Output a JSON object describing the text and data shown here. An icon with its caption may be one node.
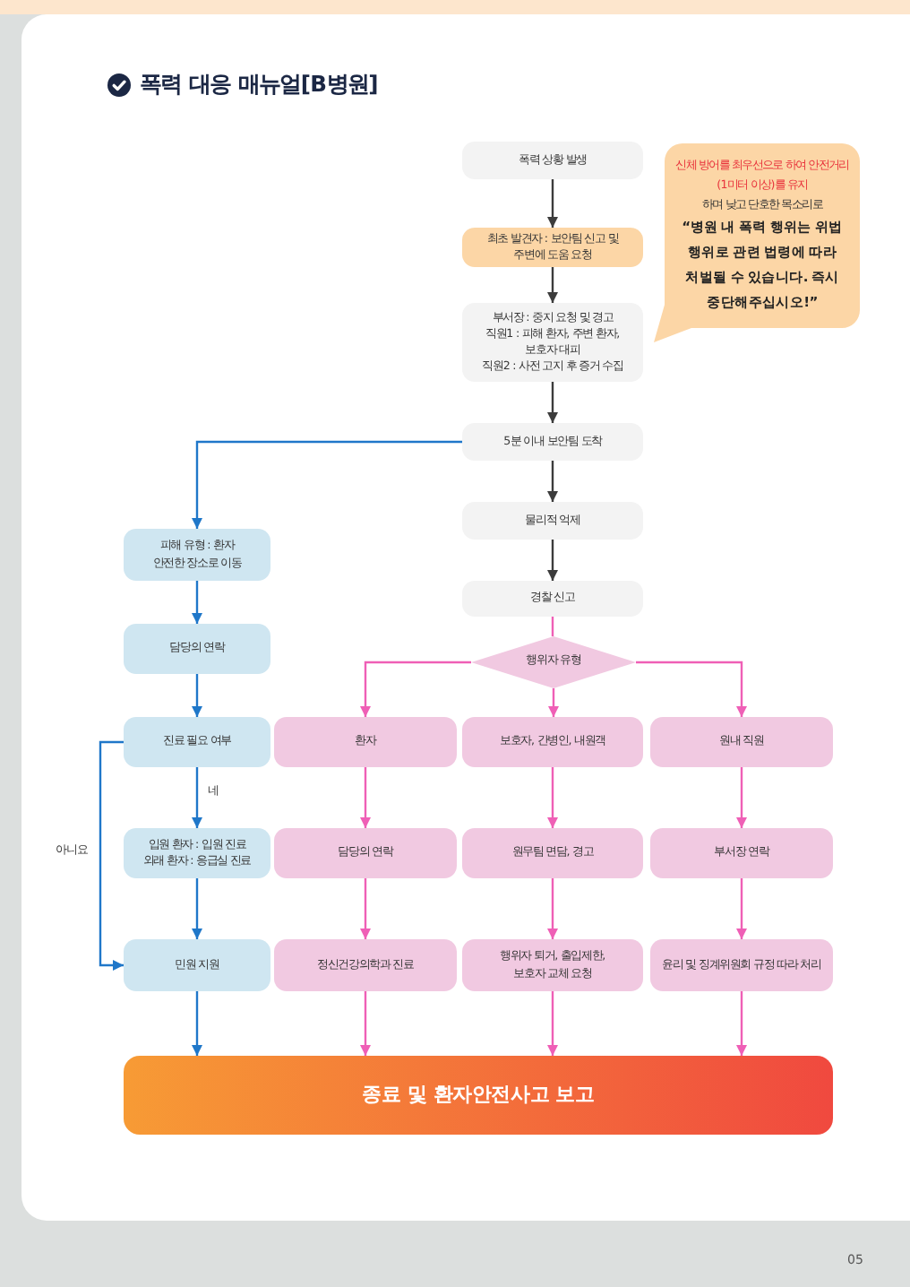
{
  "diagram": {
    "title": "폭력 대응 매뉴얼[B병원]",
    "nodes": [
      {
        "text": [
          "폭력 상황 발생"
        ]
      },
      {
        "text": [
          "신체 방어를 최우선으로 하여 안전거리(1미터 이상)를 유지",
          "하며 낮고 단호한 목소리로",
          "“병원 내 폭력 행위는 위법 행위로 관련 법령에 따라 처벌될 수 있습니다. 즉시 중단해주십시오!”"
        ]
      },
      {
        "text": [
          "최초 발견자 : 보안팀 신고 및 주변에 도움 요청"
        ]
      },
      {
        "text": [
          "부서장 : 중지 요청 및 경고",
          "직원1 : 피해 환자, 주변 환자, 보호자 대피",
          "직원2 : 사전 고지 후 증거 수집"
        ]
      },
      {
        "text": [
          "5분 이내 보안팀 도착"
        ]
      },
      {
        "text": [
          "물리적 억제"
        ]
      },
      {
        "text": [
          "피해 유형 : 환자",
          "안전한 장소로 이동"
        ]
      },
      {
        "text": [
          "경찰 신고"
        ]
      },
      {
        "text": [
          "담당의 연락"
        ]
      },
      {
        "text": [
          "행위자 유형"
        ]
      },
      {
        "text": [
          "진료 필요 여부"
        ]
      },
      {
        "text": [
          "환자"
        ]
      },
      {
        "text": [
          "보호자, 간병인, 내원객"
        ]
      },
      {
        "text": [
          "원내 직원"
        ]
      },
      {
        "text": [
          "입원 환자 : 입원 진료",
          "외래 환자 : 응급실 진료"
        ]
      },
      {
        "text": [
          "담당의 연락"
        ]
      },
      {
        "text": [
          "원무팀 면담, 경고"
        ]
      },
      {
        "text": [
          "부서장 연락"
        ]
      },
      {
        "text": [
          "민원 지원"
        ]
      },
      {
        "text": [
          "정신건강의학과 진료"
        ]
      },
      {
        "text": [
          "행위자 퇴거, 출입제한, 보호자 교체 요청"
        ]
      },
      {
        "text": [
          "윤리 및 징계위원회 규정 따라 처리"
        ]
      },
      {
        "text": [
          "종료 및 환자안전사고 보고"
        ]
      }
    ],
    "edges": [
      {
        "from": 0,
        "to": 2,
        "arrow": "to",
        "color": "#3c3c3c"
      },
      {
        "from": 2,
        "to": 3,
        "arrow": "to",
        "color": "#3c3c3c"
      },
      {
        "from": 3,
        "to": 4,
        "arrow": "to",
        "color": "#3c3c3c"
      },
      {
        "from": 4,
        "to": 5,
        "arrow": "to",
        "color": "#3c3c3c"
      },
      {
        "from": 5,
        "to": 7,
        "arrow": "to",
        "color": "#3c3c3c"
      },
      {
        "from": 4,
        "to": 6,
        "arrow": "to",
        "color": "#1f77c9"
      },
      {
        "from": 6,
        "to": 8,
        "arrow": "to",
        "color": "#1f77c9"
      },
      {
        "from": 8,
        "to": 10,
        "arrow": "to",
        "color": "#1f77c9"
      },
      {
        "from": 10,
        "to": 14,
        "arrow": "to",
        "color": "#1f77c9",
        "label": "네"
      },
      {
        "from": 10,
        "to": 18,
        "arrow": "to",
        "color": "#1f77c9",
        "label": "아니요"
      },
      {
        "from": 14,
        "to": 18,
        "arrow": "to",
        "color": "#1f77c9"
      },
      {
        "from": 18,
        "to": 22,
        "arrow": "to",
        "color": "#1f77c9"
      },
      {
        "from": 7,
        "to": 9,
        "arrow": "none"
      },
      {
        "from": 9,
        "to": 11,
        "arrow": "to"
      },
      {
        "from": 9,
        "to": 12,
        "arrow": "to"
      },
      {
        "from": 9,
        "to": 13,
        "arrow": "to"
      },
      {
        "from": 11,
        "to": 15,
        "arrow": "to"
      },
      {
        "from": 12,
        "to": 16,
        "arrow": "to"
      },
      {
        "from": 13,
        "to": 17,
        "arrow": "to"
      },
      {
        "from": 15,
        "to": 19,
        "arrow": "to"
      },
      {
        "from": 16,
        "to": 20,
        "arrow": "to"
      },
      {
        "from": 17,
        "to": 21,
        "arrow": "to"
      },
      {
        "from": 19,
        "to": 22,
        "arrow": "to"
      },
      {
        "from": 20,
        "to": 22,
        "arrow": "to"
      },
      {
        "from": 21,
        "to": 22,
        "arrow": "to"
      }
    ],
    "labels": [
      "05"
    ]
  }
}
